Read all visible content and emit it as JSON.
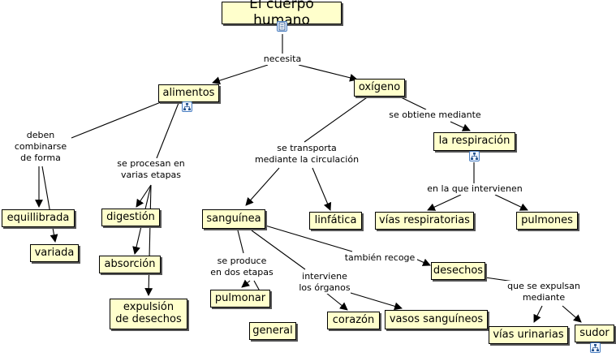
{
  "concepts": {
    "cuerpo": "El cuerpo humano",
    "alimentos": "alimentos",
    "oxigeno": "oxígeno",
    "respiracion": "la respiración",
    "equilibrada": "equillibrada",
    "variada": "variada",
    "digestion": "digestión",
    "absorcion": "absorción",
    "expulsion": "expulsión\nde desechos",
    "sanguinea": "sanguínea",
    "linfatica": "linfática",
    "vias_resp": "vías respiratorias",
    "pulmones": "pulmones",
    "desechos": "desechos",
    "pulmonar": "pulmonar",
    "general": "general",
    "corazon": "corazón",
    "vasos": "vasos sanguíneos",
    "vias_urin": "vías urinarias",
    "sudor": "sudor"
  },
  "links": {
    "necesita": "necesita",
    "deben": "deben\ncombinarse\nde forma",
    "procesan": "se procesan en\nvarias etapas",
    "obtiene": "se obtiene mediante",
    "transporta": "se transporta\nmediante la circulación",
    "intervienen": "en la que intervienen",
    "recoge": "también recoge",
    "produce": "se produce\nen dos etapas",
    "organos": "interviene\nlos órganos",
    "expulsan": "que se expulsan\nmediante"
  },
  "resource_icons": {
    "cuerpo": "document-icon",
    "alimentos": "concept-map-icon",
    "respiracion": "concept-map-icon",
    "sudor": "concept-map-icon"
  }
}
